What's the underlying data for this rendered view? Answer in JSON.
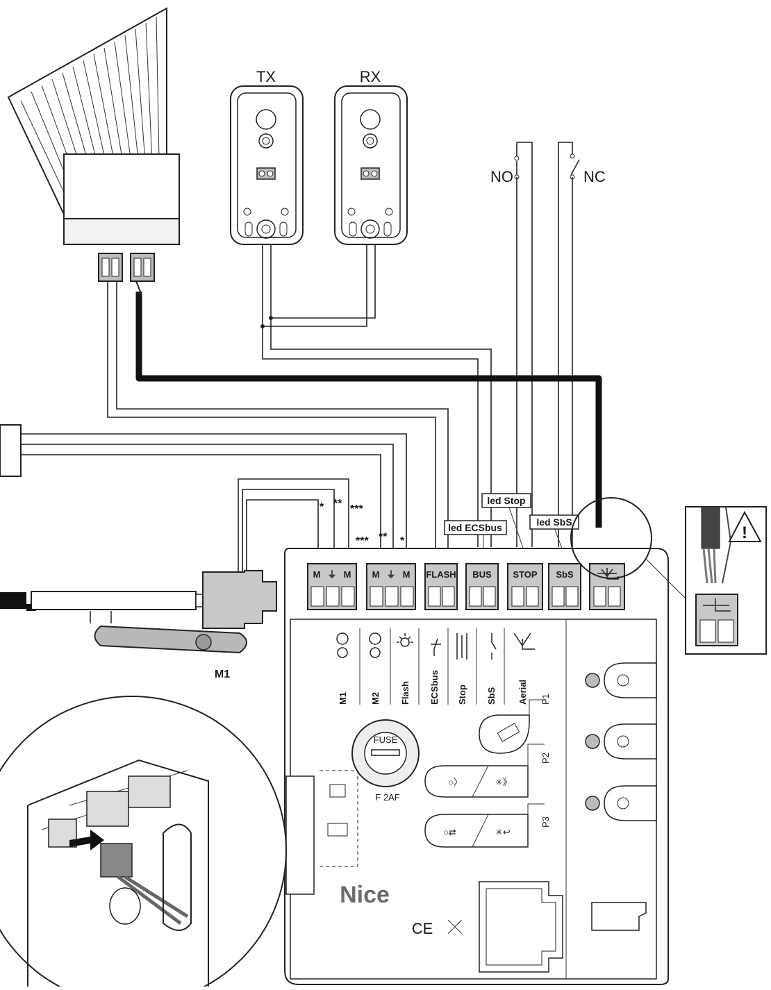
{
  "photocells": {
    "tx_label": "TX",
    "rx_label": "RX"
  },
  "switches": {
    "no_label": "NO",
    "nc_label": "NC"
  },
  "leds": {
    "stop": "led Stop",
    "ecsbus": "led ECSbus",
    "sbs": "led SbS"
  },
  "motor_wiring": {
    "marks_m1": [
      "*",
      "**",
      "***"
    ],
    "marks_m2": [
      "***",
      "**",
      "*"
    ],
    "motor_label": "M1"
  },
  "terminals": {
    "m_left": "M",
    "m_right": "M",
    "flash": "FLASH",
    "bus": "BUS",
    "stop": "STOP",
    "sbs": "SbS"
  },
  "panel_labels": [
    "M1",
    "M2",
    "Flash",
    "ECSbus",
    "Stop",
    "SbS",
    "Aerial"
  ],
  "fuse": {
    "text": "FUSE",
    "rating": "F 2AF"
  },
  "buttons": {
    "p1": "P1",
    "p2": "P2",
    "p3": "P3"
  },
  "brand": {
    "logo": "Nice",
    "marks": "CE"
  },
  "colors": {
    "line": "#222222",
    "grey_fill": "#bdbdbd",
    "background": "#ffffff"
  }
}
